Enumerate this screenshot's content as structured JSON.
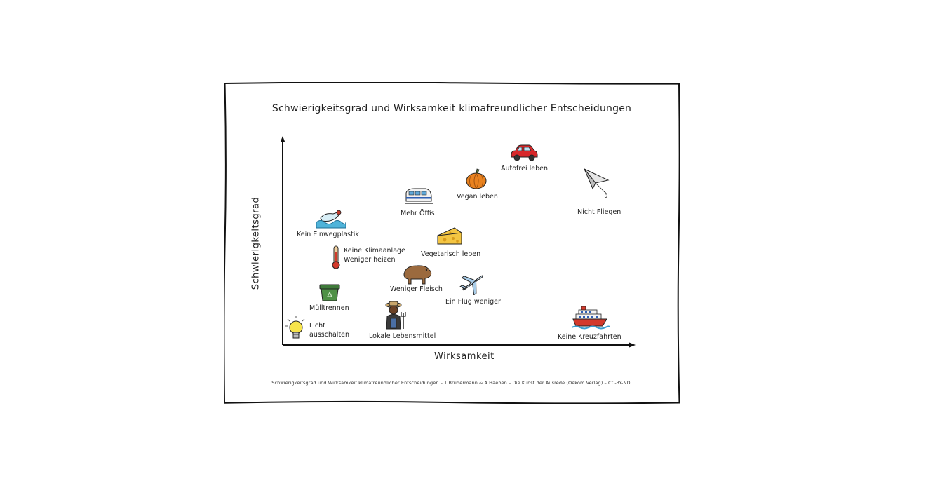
{
  "title": "Schwierigkeitsgrad und Wirksamkeit klimafreundlicher Entscheidungen",
  "xlabel": "Wirksamkeit",
  "ylabel": "Schwierigkeitsgrad",
  "footer": "Schwierigkeitsgrad und Wirksamkeit klimafreundlicher Entscheidungen – T Brudermann & A Haeben – Die Kunst der Ausrede (Oekom Verlag) – CC-BY-ND.",
  "items": [
    {
      "label": "Licht",
      "label2": "ausschalten",
      "icon": "lightbulb-icon"
    },
    {
      "label": "Mülltrennen",
      "icon": "recycling-bin-icon"
    },
    {
      "label": "Keine Klimaanlage",
      "label2": "Weniger heizen",
      "icon": "thermometer-icon"
    },
    {
      "label": "Kein Einwegplastik",
      "icon": "plastic-bottle-in-water-icon"
    },
    {
      "label": "Lokale Lebensmittel",
      "icon": "farmer-icon"
    },
    {
      "label": "Weniger Fleisch",
      "icon": "capybara-icon"
    },
    {
      "label": "Vegetarisch leben",
      "icon": "cheese-icon"
    },
    {
      "label": "Ein Flug weniger",
      "icon": "airplane-icon"
    },
    {
      "label": "Mehr Öffis",
      "icon": "train-icon"
    },
    {
      "label": "Vegan leben",
      "icon": "pumpkin-icon"
    },
    {
      "label": "Autofrei leben",
      "icon": "car-icon"
    },
    {
      "label": "Nicht Fliegen",
      "icon": "paper-plane-icon"
    },
    {
      "label": "Keine Kreuzfahrten",
      "icon": "cruise-ship-icon"
    }
  ]
}
